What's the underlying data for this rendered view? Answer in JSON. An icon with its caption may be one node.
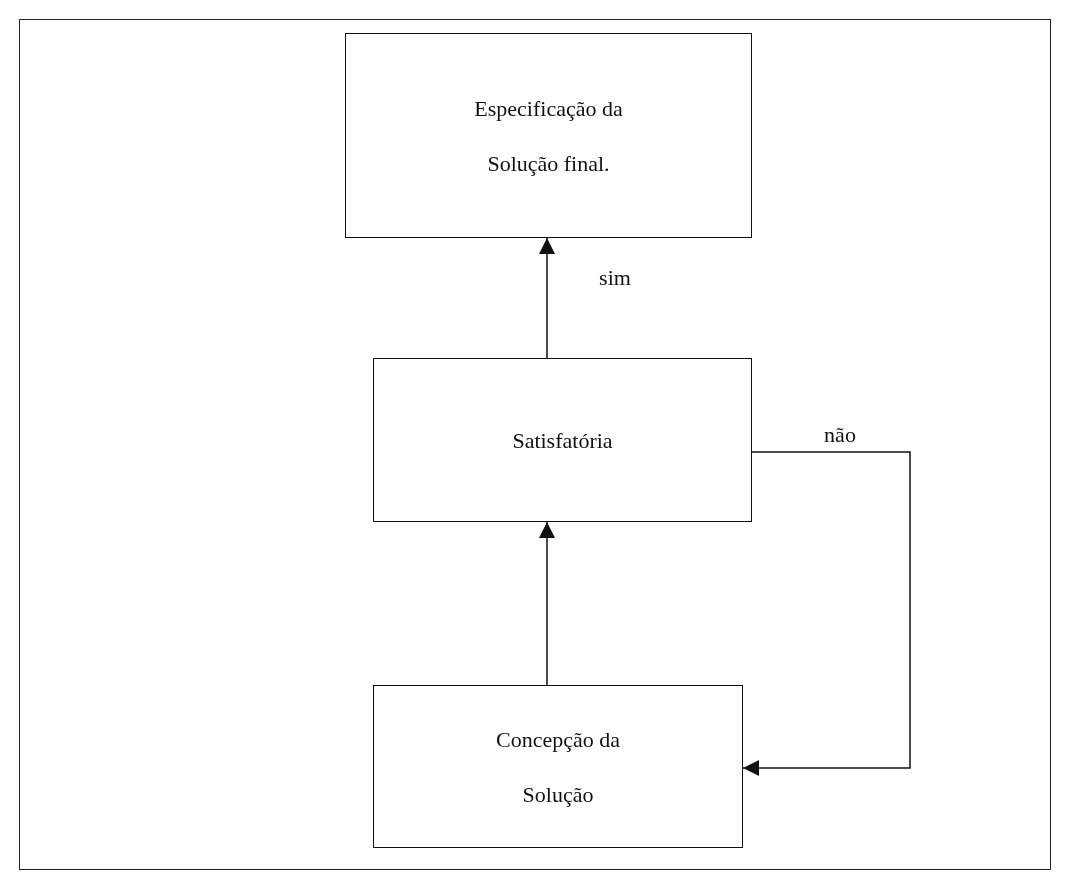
{
  "diagram": {
    "nodes": [
      {
        "text": [
          "Especificação da Solução final."
        ]
      },
      {
        "text": [
          "Satisfatória"
        ]
      },
      {
        "text": [
          "Concepção da Solução"
        ]
      }
    ],
    "edges": [
      {
        "from": 2,
        "to": 1,
        "arrow": "to"
      },
      {
        "from": 1,
        "to": 0,
        "arrow": "to",
        "label": "sim"
      },
      {
        "from": 1,
        "to": 2,
        "arrow": "to",
        "label": "não"
      }
    ]
  }
}
